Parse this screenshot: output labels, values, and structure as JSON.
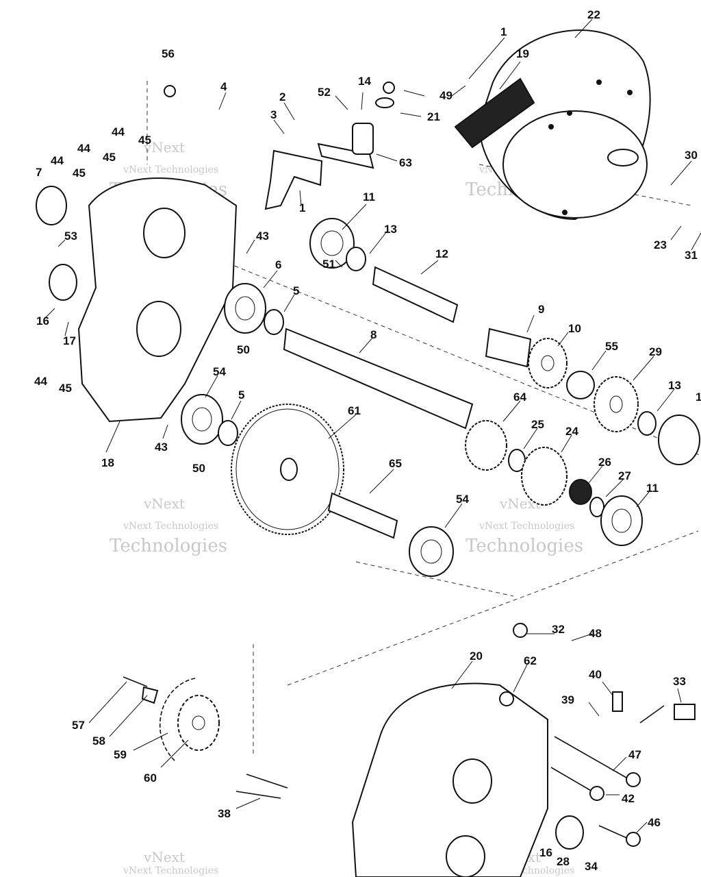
{
  "watermark": {
    "brand": "vNext",
    "name": "Technologies",
    "full": "vNext Technologies"
  },
  "callouts": [
    "1",
    "2",
    "3",
    "4",
    "56",
    "52",
    "14",
    "21",
    "49",
    "19",
    "22",
    "63",
    "1",
    "30",
    "23",
    "31",
    "7",
    "44",
    "45",
    "44",
    "45",
    "44",
    "45",
    "53",
    "43",
    "11",
    "13",
    "12",
    "51",
    "6",
    "5",
    "50",
    "16",
    "17",
    "9",
    "10",
    "55",
    "29",
    "44",
    "45",
    "8",
    "54",
    "5",
    "18",
    "43",
    "50",
    "61",
    "64",
    "25",
    "24",
    "13",
    "1",
    "26",
    "27",
    "11",
    "65",
    "54",
    "32",
    "48",
    "20",
    "62",
    "40",
    "33",
    "39",
    "57",
    "58",
    "59",
    "60",
    "47",
    "42",
    "38",
    "46",
    "16",
    "28",
    "34"
  ]
}
